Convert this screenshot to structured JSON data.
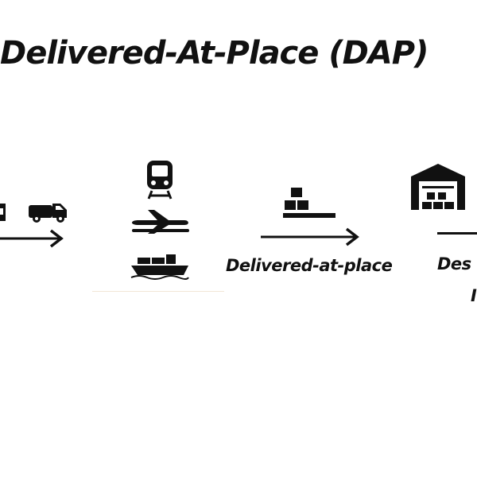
{
  "title": "Delivered-At-Place (DAP)",
  "stage_label": "Delivered-at-place",
  "destination_label_partial": "Des",
  "destination_label_line2_partial": "I",
  "icons": [
    "truck-icon",
    "train-icon",
    "airplane-icon",
    "cargo-ship-icon",
    "package-stack-icon",
    "warehouse-icon"
  ],
  "colors": {
    "ink": "#111111",
    "background": "#ffffff"
  }
}
